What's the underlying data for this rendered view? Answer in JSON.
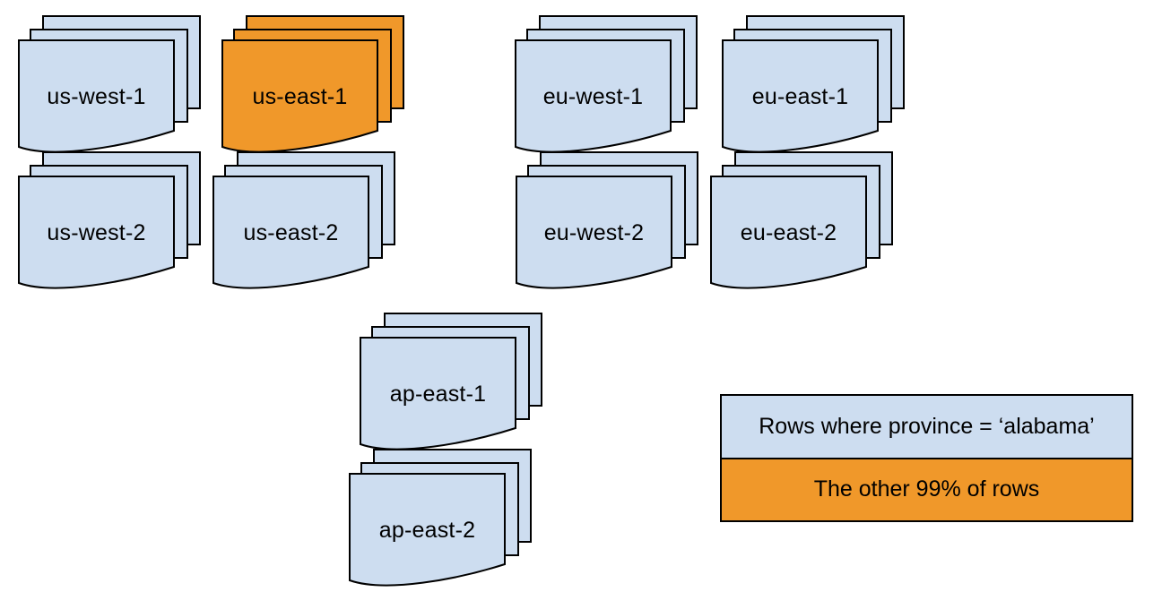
{
  "diagram": {
    "colors": {
      "default_fill": "#cdddf0",
      "highlight_fill": "#f0982a",
      "stroke": "#000000",
      "background": "#ffffff"
    },
    "stacks": [
      {
        "id": "us-west-1",
        "label": "us-west-1",
        "variant": "default"
      },
      {
        "id": "us-east-1",
        "label": "us-east-1",
        "variant": "highlight"
      },
      {
        "id": "eu-west-1",
        "label": "eu-west-1",
        "variant": "default"
      },
      {
        "id": "eu-east-1",
        "label": "eu-east-1",
        "variant": "default"
      },
      {
        "id": "us-west-2",
        "label": "us-west-2",
        "variant": "default"
      },
      {
        "id": "us-east-2",
        "label": "us-east-2",
        "variant": "default"
      },
      {
        "id": "eu-west-2",
        "label": "eu-west-2",
        "variant": "default"
      },
      {
        "id": "eu-east-2",
        "label": "eu-east-2",
        "variant": "default"
      },
      {
        "id": "ap-east-1",
        "label": "ap-east-1",
        "variant": "default"
      },
      {
        "id": "ap-east-2",
        "label": "ap-east-2",
        "variant": "default"
      }
    ],
    "legend": {
      "items": [
        {
          "label": "Rows where province = ‘alabama’",
          "variant": "default"
        },
        {
          "label": "The other 99% of rows",
          "variant": "highlight"
        }
      ]
    }
  }
}
